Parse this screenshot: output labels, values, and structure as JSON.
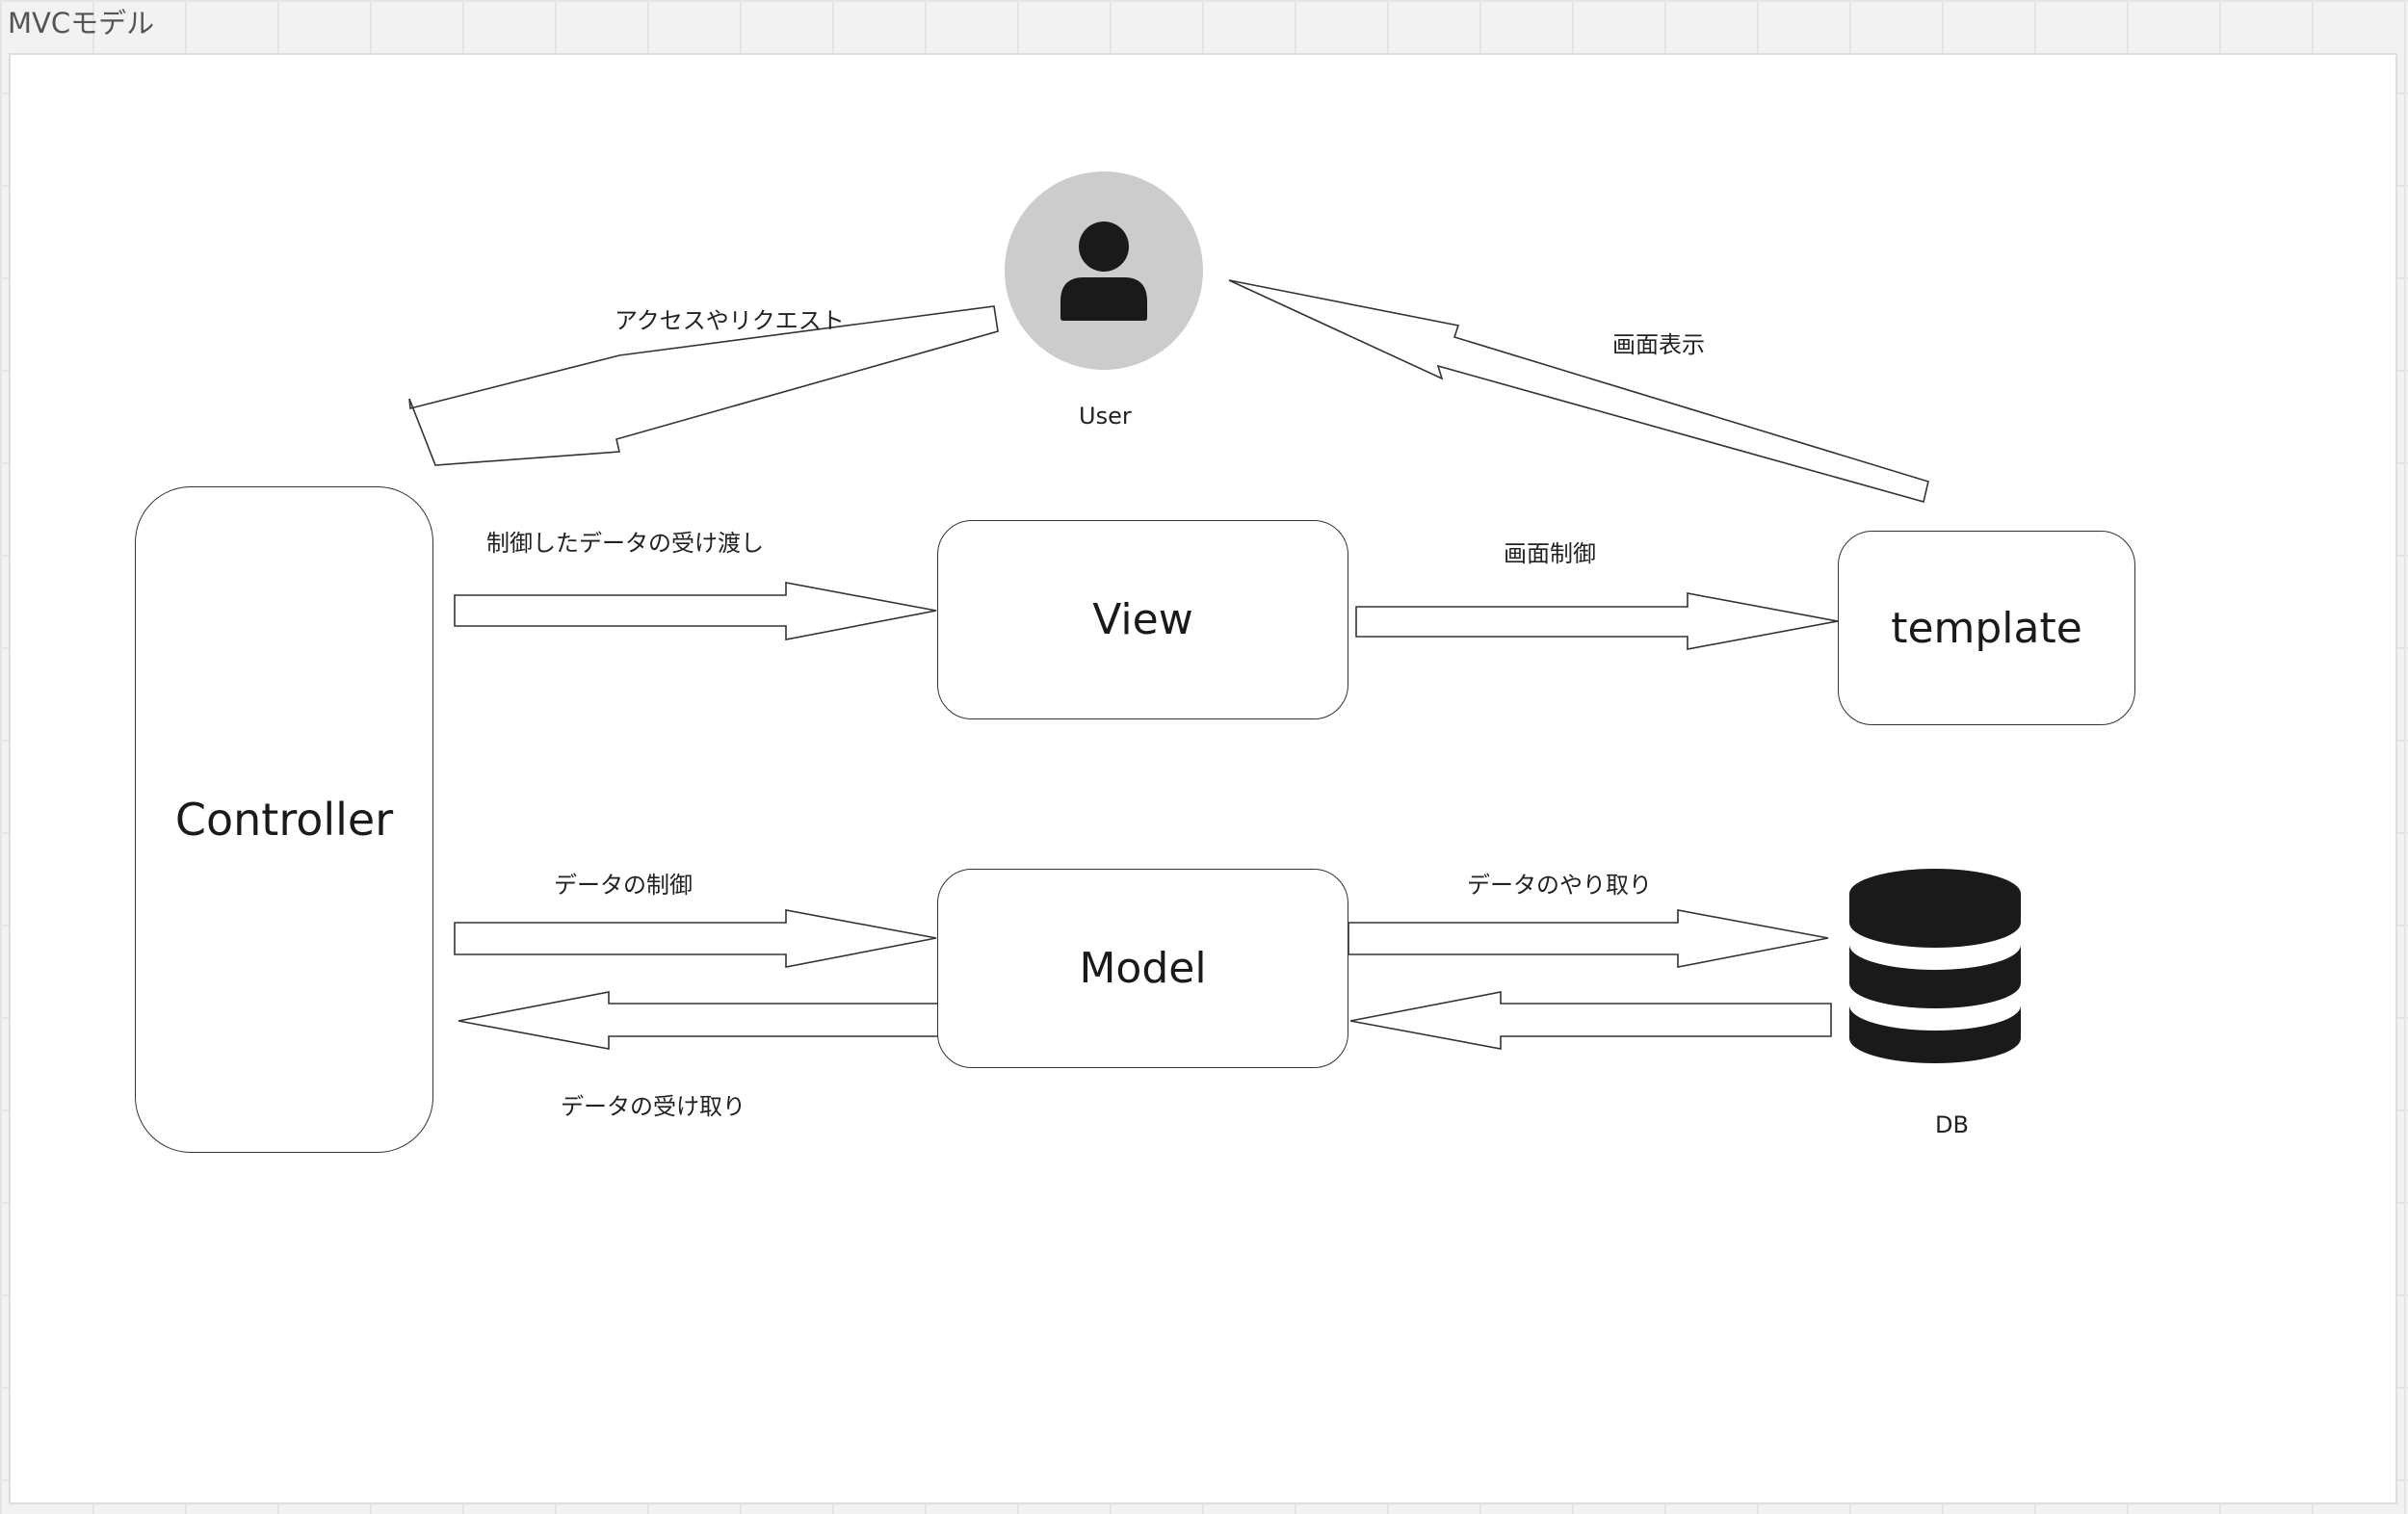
{
  "frame": {
    "title": "MVCモデル"
  },
  "nodes": {
    "controller": "Controller",
    "view": "View",
    "template": "template",
    "model": "Model",
    "user": "User",
    "db": "DB"
  },
  "edges": {
    "access_request": "アクセスやリクエスト",
    "screen_display": "画面表示",
    "pass_data": "制御したデータの受け渡し",
    "screen_control": "画面制御",
    "data_control": "データの制御",
    "data_exchange": "データのやり取り",
    "data_receive": "データの受け取り"
  },
  "colors": {
    "user_circle": "#cccccc",
    "icon": "#1a1a1a",
    "stroke": "#333333"
  },
  "icons": [
    "person-icon",
    "database-icon"
  ]
}
